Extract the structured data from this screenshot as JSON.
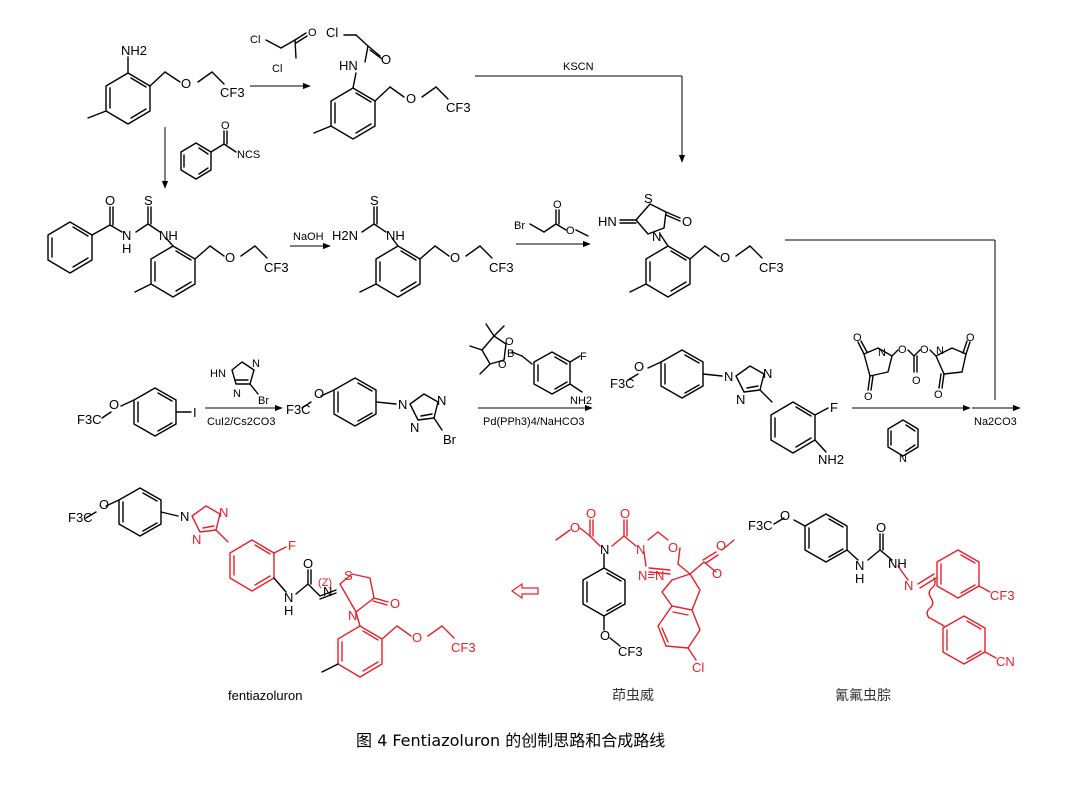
{
  "caption": "图 4  Fentiazoluron 的创制思路和合成路线",
  "atoms": {
    "nh2": "NH2",
    "o": "O",
    "cf3": "CF3",
    "cl": "Cl",
    "hn": "HN",
    "nh": "NH",
    "h2n": "H2N",
    "s": "S",
    "ncs": "NCS",
    "n": "N",
    "br": "Br",
    "hn_ring": "HN",
    "hn_imine": "HN=",
    "f3c": "F3C",
    "i": "I",
    "b": "B",
    "f": "F",
    "nh2_b": "NH2",
    "h": "H",
    "z": "(Z)",
    "cn": "CN",
    "nn": "N=N"
  },
  "reagents": {
    "kscn": "KSCN",
    "naoh": "NaOH",
    "cui": "CuI2/Cs2CO3",
    "pd": "Pd(PPh3)4/NaHCO3",
    "na2co3": "Na2CO3"
  },
  "compounds": {
    "fentiazoluron": "fentiazoluron",
    "indoxacarb": "茚虫威",
    "metaflumizone": "氰氟虫腙"
  },
  "colors": {
    "highlight": "#e8202a",
    "ink": "#000000"
  }
}
